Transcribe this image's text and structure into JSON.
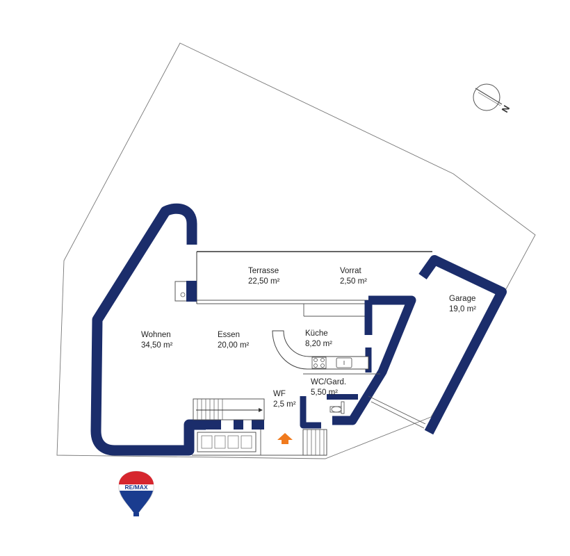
{
  "rooms": {
    "terrasse": {
      "name": "Terrasse",
      "area": "22,50 m²"
    },
    "vorrat": {
      "name": "Vorrat",
      "area": "2,50 m²"
    },
    "garage": {
      "name": "Garage",
      "area": "19,0 m²"
    },
    "wohnen": {
      "name": "Wohnen",
      "area": "34,50 m²"
    },
    "essen": {
      "name": "Essen",
      "area": "20,00 m²"
    },
    "kueche": {
      "name": "Küche",
      "area": "8,20 m²"
    },
    "wc": {
      "name": "WC/Gard.",
      "area": "5,50 m²"
    },
    "wf": {
      "name": "WF",
      "area": "2,5 m²"
    }
  },
  "compass": {
    "label": "N"
  },
  "logo": {
    "text": "RE/MAX",
    "colors": {
      "red": "#d6262e",
      "blue": "#1a3c8f"
    }
  },
  "colors": {
    "wall": "#1b2d6b",
    "entrance_arrow": "#f07a1d",
    "property_line": "#777777"
  }
}
